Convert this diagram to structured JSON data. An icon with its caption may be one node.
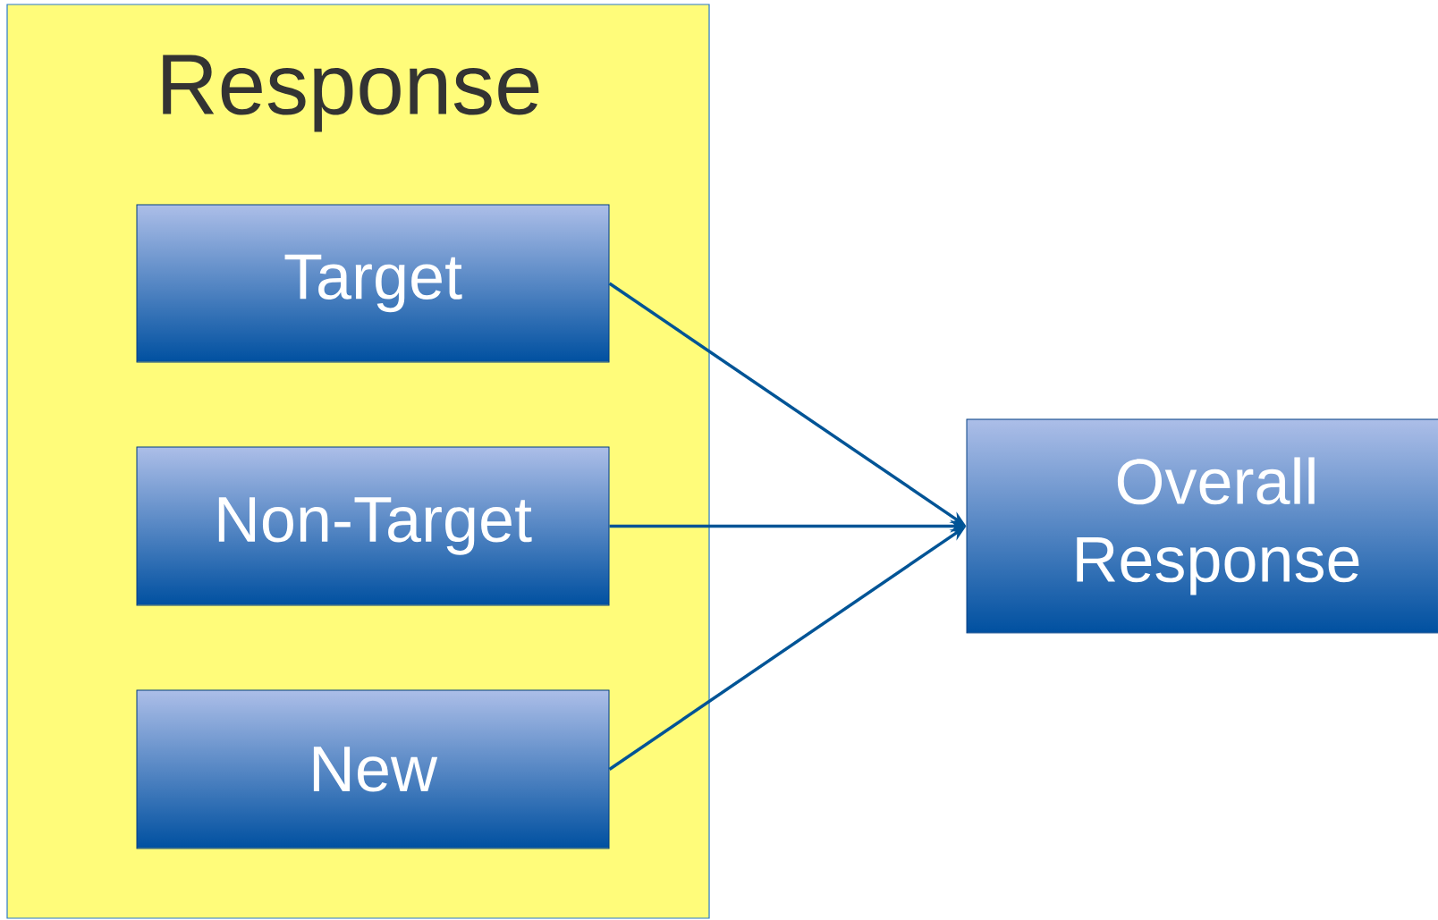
{
  "diagram": {
    "nodes": [
      {
        "text": [
          "Response"
        ]
      },
      {
        "text": [
          "Target"
        ],
        "in": 0
      },
      {
        "text": [
          "Non-Target"
        ],
        "in": 0
      },
      {
        "text": [
          "New"
        ],
        "in": 0
      },
      {
        "text": [
          "Overall Response"
        ]
      }
    ],
    "edges": [
      {
        "from": 1,
        "to": 4,
        "arrow": "to"
      },
      {
        "from": 2,
        "to": 4,
        "arrow": "to"
      },
      {
        "from": 3,
        "to": 4,
        "arrow": "to"
      }
    ]
  }
}
